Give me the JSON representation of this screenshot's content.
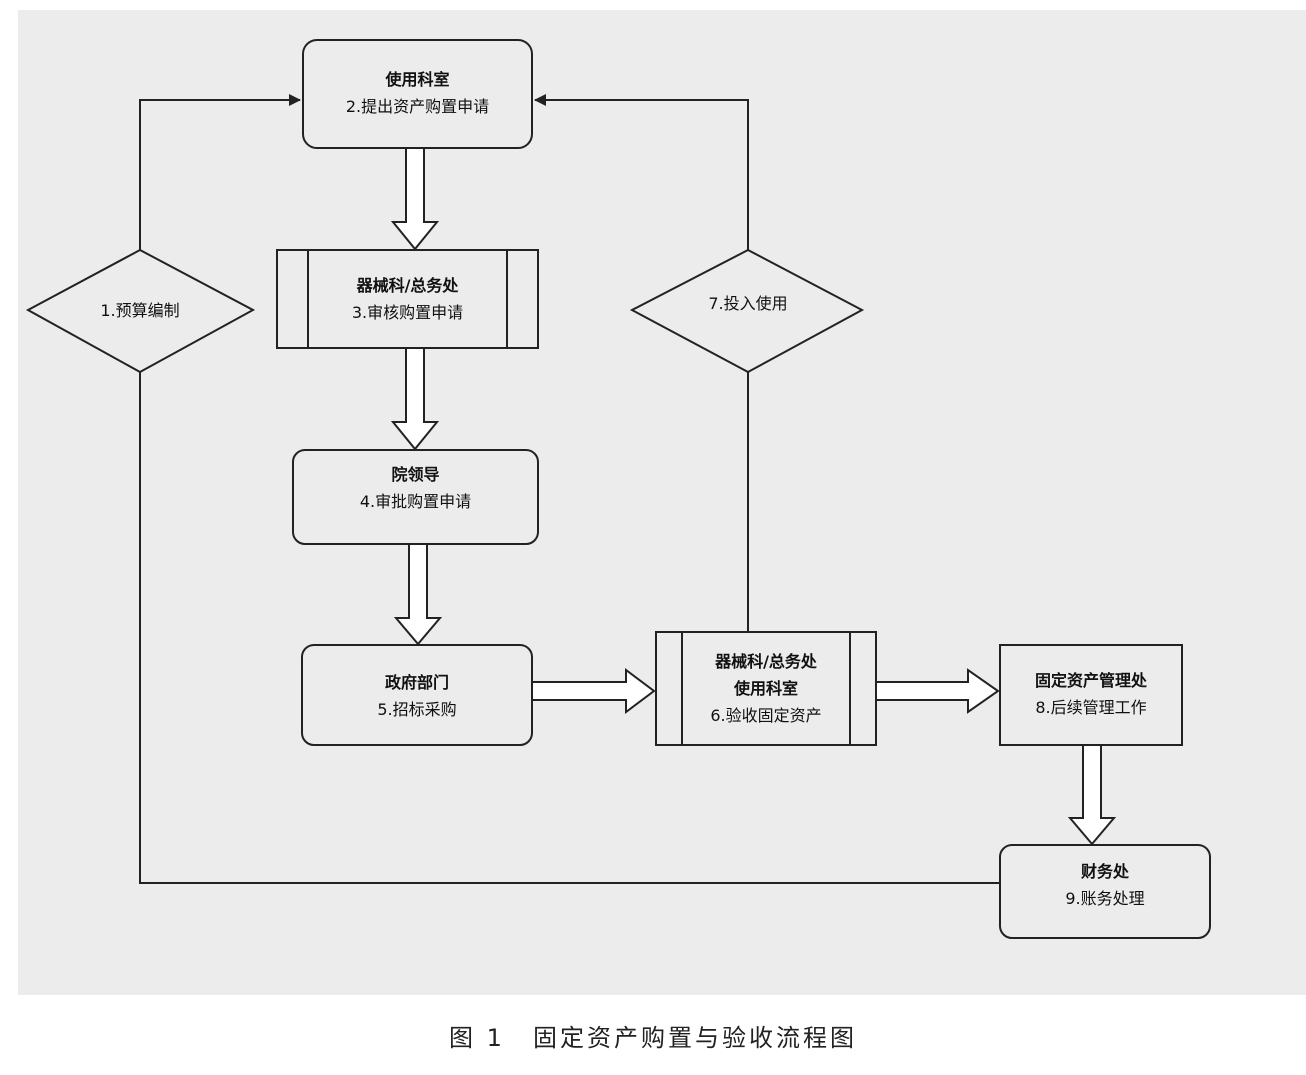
{
  "nodes": {
    "n2": {
      "title": "使用科室",
      "sub": "2.提出资产购置申请"
    },
    "n3": {
      "title": "器械科/总务处",
      "sub": "3.审核购置申请"
    },
    "n4": {
      "title": "院领导",
      "sub": "4.审批购置申请"
    },
    "n5": {
      "title": "政府部门",
      "sub": "5.招标采购"
    },
    "n6": {
      "title": "器械科/总务处",
      "title2": "使用科室",
      "sub": "6.验收固定资产"
    },
    "n8": {
      "title": "固定资产管理处",
      "sub": "8.后续管理工作"
    },
    "n9": {
      "title": "财务处",
      "sub": "9.账务处理"
    }
  },
  "decisions": {
    "d1": "1.预算编制",
    "d7": "7.投入使用"
  },
  "caption": {
    "number": "图 1",
    "text": "固定资产购置与验收流程图"
  }
}
